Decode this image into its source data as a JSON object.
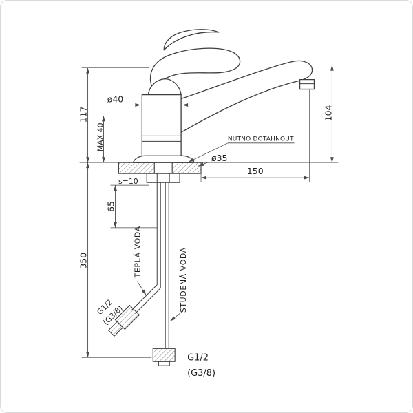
{
  "colors": {
    "bg": "#ffffff",
    "frame": "#d9d9d9",
    "line": "#3d3d3d",
    "dim": "#4a4a4a",
    "text": "#1f1f1f"
  },
  "drawing": {
    "dimensions": {
      "total_height": "117",
      "max_mount": "MAX 40",
      "body_diameter": "ø40",
      "spout_height": "104",
      "base_diameter": "ø35",
      "spout_reach": "150",
      "plate_thickness": "s=10",
      "shank_length": "65",
      "hose_length": "350"
    },
    "annotations": {
      "tighten_note": "NUTNO DOTAHNOUT",
      "hot_water": "TEPLÁ VODA",
      "cold_water": "STUDENÁ VODA"
    },
    "threads": {
      "side": "G1/2",
      "side_alt": "(G3/8)",
      "bottom": "G1/2",
      "bottom_alt": "(G3/8)"
    }
  }
}
